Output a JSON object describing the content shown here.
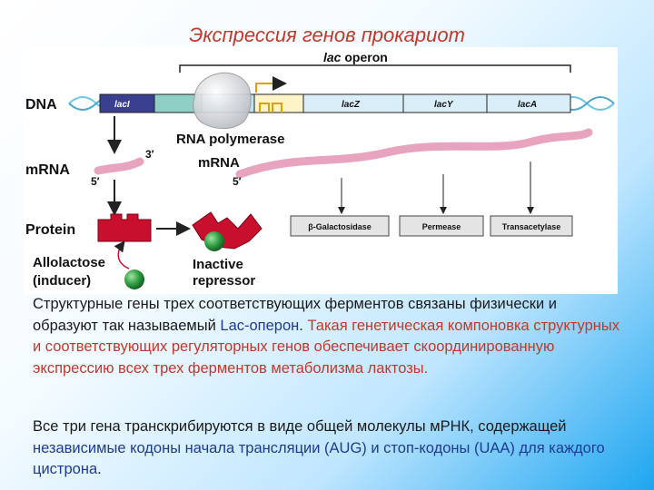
{
  "title": "Экспрессия генов прокариот",
  "diagram": {
    "operon_label_italic": "lac",
    "operon_label_rest": " operon",
    "dna_label": "DNA",
    "genes": [
      "lacI",
      "lacZ",
      "lacY",
      "lacA"
    ],
    "rna_polymerase_label": "RNA polymerase",
    "mrna_left_label": "mRNA",
    "mrna_right_label": "mRNA",
    "five_prime_left": "5′",
    "three_prime": "3′",
    "five_prime_right": "5′",
    "protein_label": "Protein",
    "allolactose_line1": "Allolactose",
    "allolactose_line2": "(inducer)",
    "inactive_line1": "Inactive",
    "inactive_line2": "repressor",
    "enzymes": [
      "β-Galactosidase",
      "Permease",
      "Transacetylase"
    ]
  },
  "paragraph1": {
    "text1": "Структурные гены трех соответствующих ферментов связаны физически и образуют так называемый ",
    "highlight_blue": "Lac-оперон",
    "text2": ". ",
    "highlight_red": "Такая генетическая компоновка структурных и соответствующих регуляторных генов обеспечивает скоординированную экспрессию всех трех ферментов метаболизма лактозы."
  },
  "paragraph2": {
    "text1": "Все три гена транскрибируются в виде общей молекулы мРНК, содержащей ",
    "highlight_blue": "независимые кодоны начала трансляции (AUG) и стоп-кодоны (UAA) для каждого цистрона",
    "text2": "."
  },
  "colors": {
    "title": "#c0392b",
    "highlight_blue": "#1f3a93",
    "highlight_red": "#c0392b",
    "repressor": "#c8102e",
    "mrna": "#e8a3bf",
    "inducer": "#2e9e3e"
  }
}
